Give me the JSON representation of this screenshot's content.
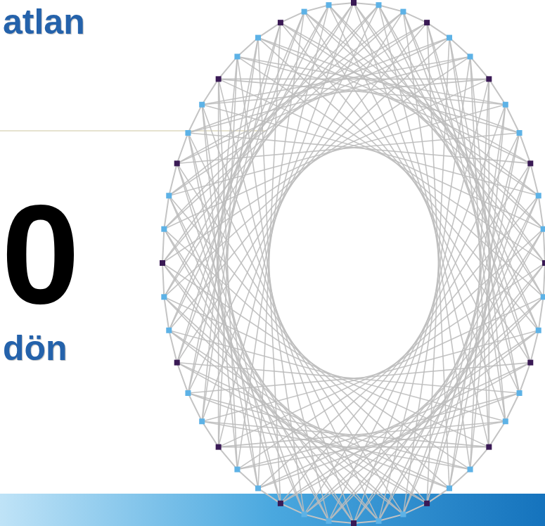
{
  "diagram": {
    "labels": [
      "atlan",
      "0",
      "dön"
    ]
  }
}
